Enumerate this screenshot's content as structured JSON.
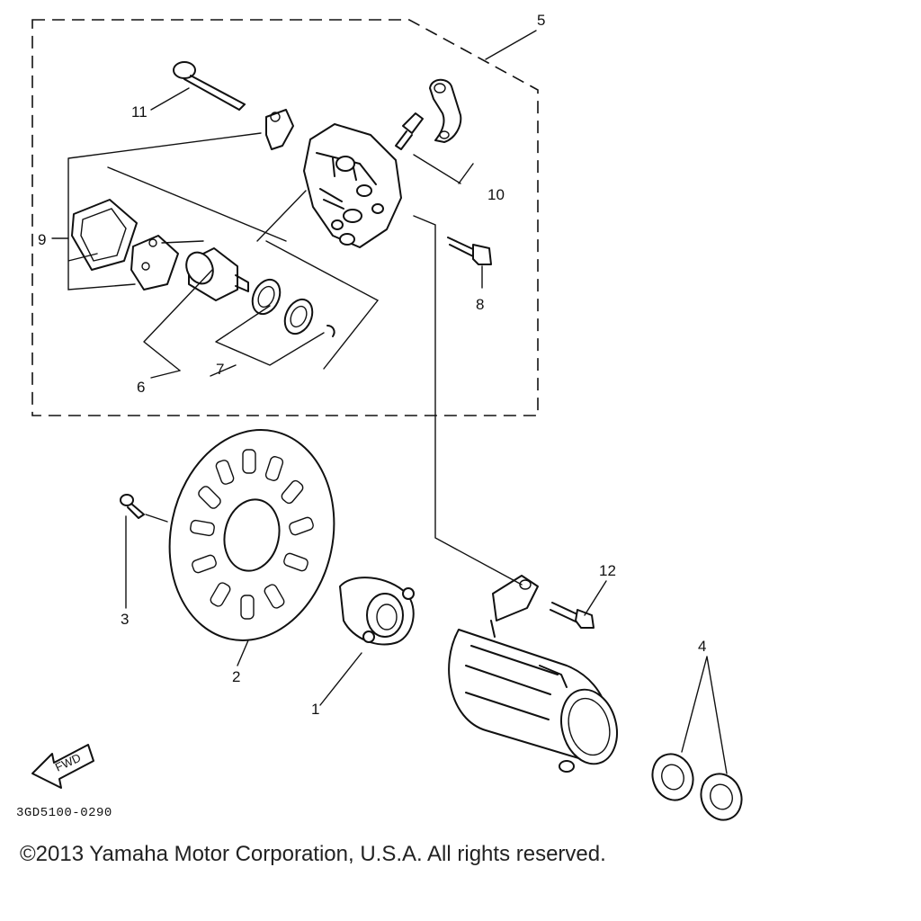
{
  "callouts": {
    "c1": "1",
    "c2": "2",
    "c3": "3",
    "c4": "4",
    "c5": "5",
    "c6": "6",
    "c7": "7",
    "c8": "8",
    "c9": "9",
    "c10": "10",
    "c11": "11",
    "c12": "12"
  },
  "fwd_label": "FWD",
  "part_code": "3GD5100-0290",
  "copyright": "©2013 Yamaha Motor Corporation, U.S.A. All rights reserved."
}
